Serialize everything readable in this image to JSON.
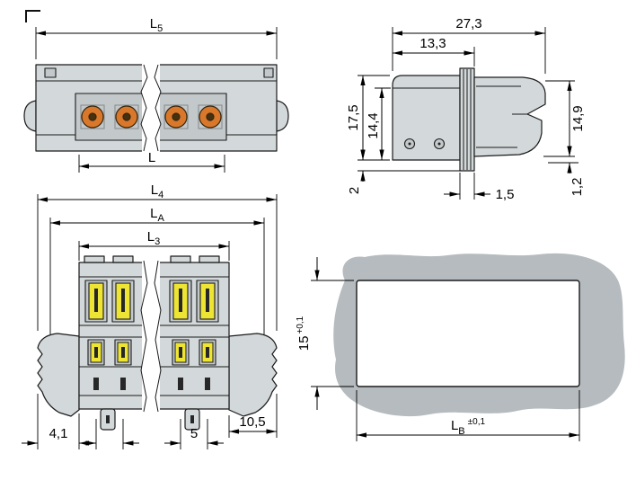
{
  "colors": {
    "contact_orange": "#d9782b",
    "lever_yellow": "#ede434",
    "panel_gray": "#b5bbbe"
  },
  "front_view": {
    "dim_l5_base": "L",
    "dim_l5_sub": "5",
    "dim_l": "L"
  },
  "side_view": {
    "dim_total_width": "27,3",
    "dim_front_width": "13,3",
    "dim_height_outer": "17,5",
    "dim_height_inner": "14,4",
    "dim_height_rear": "14,9",
    "dim_bottom": "2",
    "dim_flange": "1,5",
    "dim_rear_bottom": "1,2"
  },
  "plan_view": {
    "dim_l4_base": "L",
    "dim_l4_sub": "4",
    "dim_la_base": "L",
    "dim_la_sub": "A",
    "dim_l3_base": "L",
    "dim_l3_sub": "3",
    "dim_latch": "4,1",
    "dim_pitch": "5",
    "dim_side": "10,5"
  },
  "cutout_view": {
    "dim_height": "15",
    "dim_height_tol": "+0,1",
    "dim_width_base": "L",
    "dim_width_sub": "B",
    "dim_width_tol": "±0,1"
  }
}
